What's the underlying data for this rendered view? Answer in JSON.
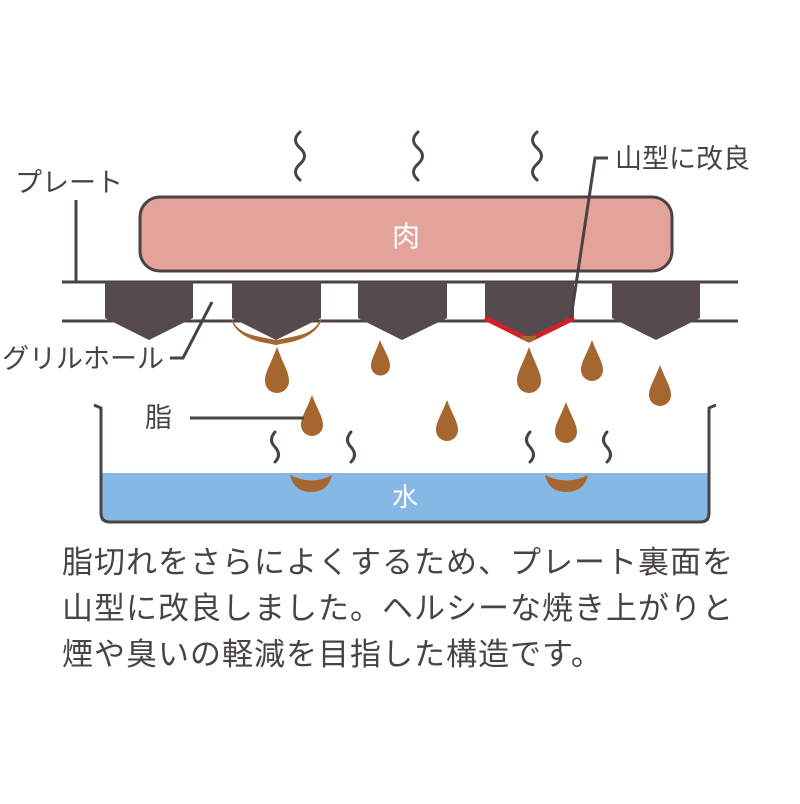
{
  "labels": {
    "plate": "プレート",
    "mountain": "山型に改良",
    "grill_hole": "グリルホール",
    "fat": "脂",
    "meat": "肉",
    "water": "水"
  },
  "caption": {
    "line1": "脂切れをさらによくするため、プレート裏面を",
    "line2": "山型に改良しました。ヘルシーな焼き上がりと",
    "line3": "煙や臭いの軽減を目指した構造です。"
  },
  "colors": {
    "meat_fill": "#e3a29a",
    "meat_stroke": "#4b4244",
    "ridge": "#554a4d",
    "line": "#4b4244",
    "fat": "#a5672f",
    "water": "#86b8e6",
    "highlight": "#d0202a",
    "label_text": "#4b4244"
  },
  "icons": {
    "steam": "wavy-steam-icon",
    "droplet": "fat-droplet-icon"
  }
}
